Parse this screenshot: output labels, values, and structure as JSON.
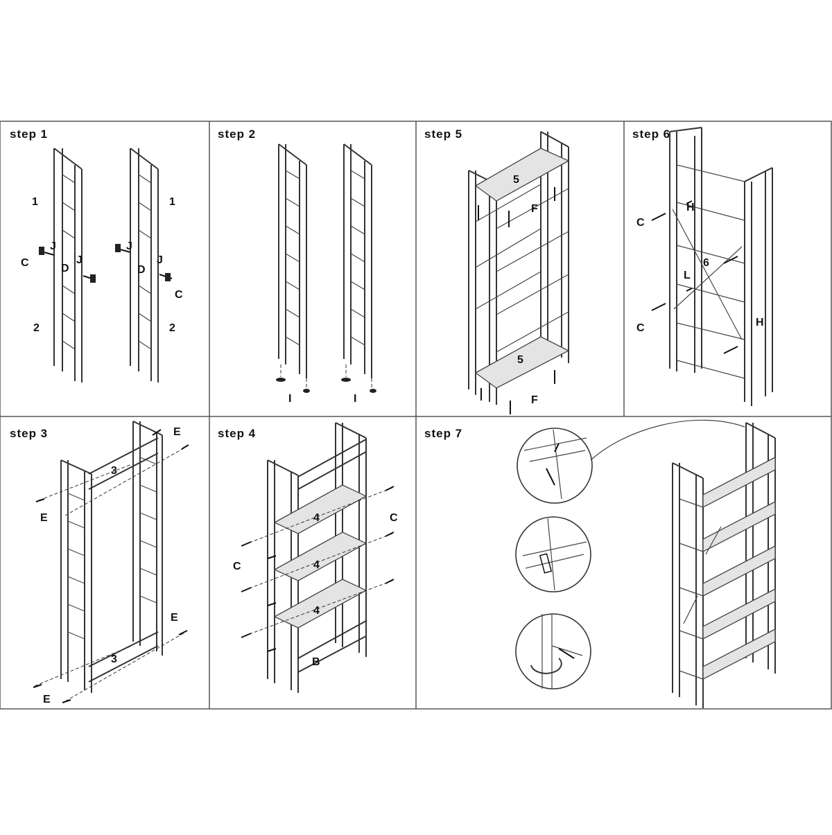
{
  "steps": {
    "s1": {
      "title": "step 1",
      "labels": {
        "top_l": "1",
        "top_r": "1",
        "bot_l": "2",
        "bot_r": "2",
        "c_l": "C",
        "c_r": "C",
        "j1": "J",
        "j2": "J",
        "j3": "J",
        "j4": "J",
        "d1": "D",
        "d2": "D"
      }
    },
    "s2": {
      "title": "step 2",
      "labels": {
        "i1": "I",
        "i2": "I"
      }
    },
    "s5": {
      "title": "step 5",
      "labels": {
        "shelf_top": "5",
        "shelf_bot": "5",
        "f_top": "F",
        "f_bot": "F"
      }
    },
    "s6": {
      "title": "step 6",
      "labels": {
        "c_top": "C",
        "c_bot": "C",
        "h_top": "H",
        "h_bot": "H",
        "l": "L",
        "six": "6"
      }
    },
    "s3": {
      "title": "step 3",
      "labels": {
        "three_top": "3",
        "three_bot": "3",
        "e1": "E",
        "e2": "E",
        "e3": "E",
        "e4": "E"
      }
    },
    "s4": {
      "title": "step 4",
      "labels": {
        "four1": "4",
        "four2": "4",
        "four3": "4",
        "c_r": "C",
        "c_l": "C",
        "b": "B"
      }
    },
    "s7": {
      "title": "step 7"
    }
  }
}
